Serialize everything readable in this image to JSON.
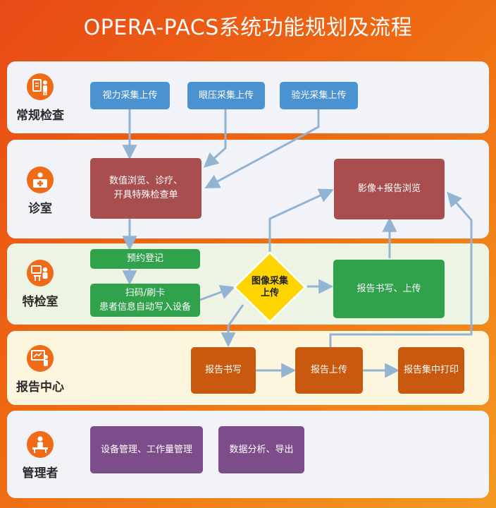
{
  "title": "OPERA-PACS系统功能规划及流程",
  "colors": {
    "lane_bg": "#f1f3f9",
    "lane_bg_green": "#eef4e4",
    "lane_bg_yellow": "#fdf6df",
    "icon_bg": "#ef6b18",
    "blue": "#4a93d0",
    "red": "#a94e4e",
    "green": "#31a24c",
    "orange": "#c8590f",
    "purple": "#7d4c8a",
    "diamond": "#ffd400",
    "arrow": "#93b3d3"
  },
  "lanes": [
    {
      "label": "常规检查",
      "icon": "doctor-chart-icon"
    },
    {
      "label": "诊室",
      "icon": "medical-clinic-icon"
    },
    {
      "label": "特检室",
      "icon": "exam-room-icon"
    },
    {
      "label": "报告中心",
      "icon": "presentation-icon"
    },
    {
      "label": "管理者",
      "icon": "manager-desk-icon"
    }
  ],
  "nodes": {
    "vision": "视力采集上传",
    "eye_pressure": "眼压采集上传",
    "optometry": "验光采集上传",
    "clinic_line1": "数值浏览、诊疗、",
    "clinic_line2": "开具特殊检查单",
    "image_report_browse": "影像+报告浏览",
    "appointment": "预约登记",
    "scan_line1": "扫码/刷卡",
    "scan_line2": "患者信息自动写入设备",
    "image_capture_line1": "图像采集",
    "image_capture_line2": "上传",
    "report_write_upload": "报告书写、上传",
    "report_write": "报告书写",
    "report_upload": "报告上传",
    "report_print": "报告集中打印",
    "device_mgmt": "设备管理、工作量管理",
    "data_analysis": "数据分析、导出"
  }
}
